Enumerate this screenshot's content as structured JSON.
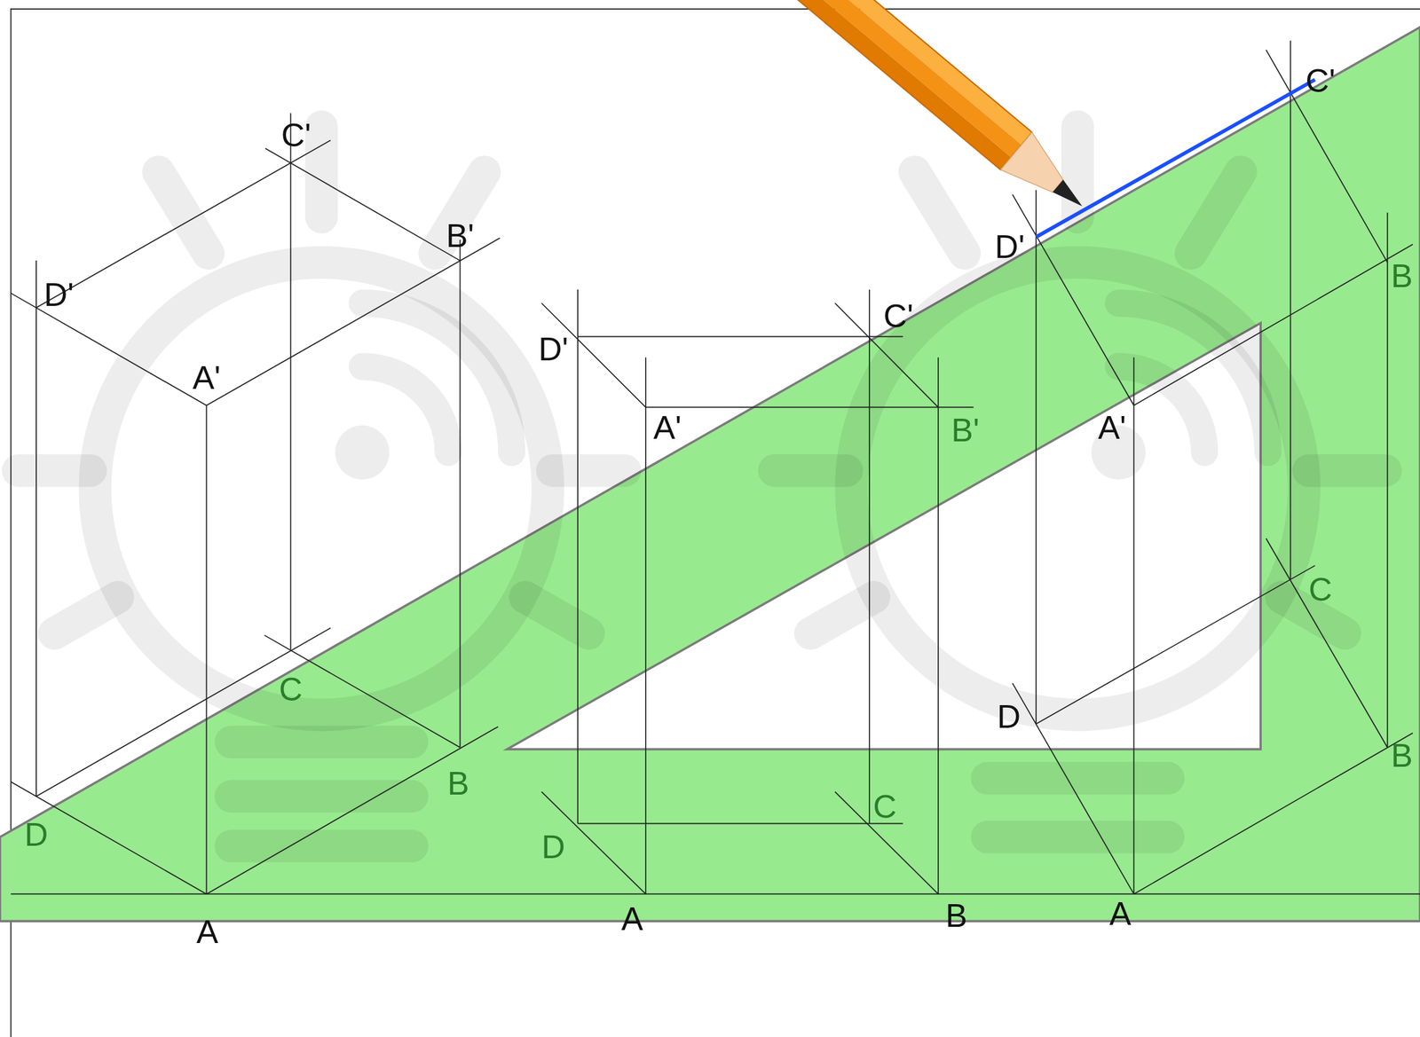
{
  "diagram": {
    "labels": [
      "C'",
      "B'",
      "D'",
      "A'",
      "C",
      "B",
      "D",
      "A",
      "D'",
      "C'",
      "A'",
      "B'",
      "D",
      "C",
      "A",
      "B",
      "D'",
      "C'",
      "B",
      "A'",
      "C",
      "D",
      "B",
      "A"
    ]
  }
}
